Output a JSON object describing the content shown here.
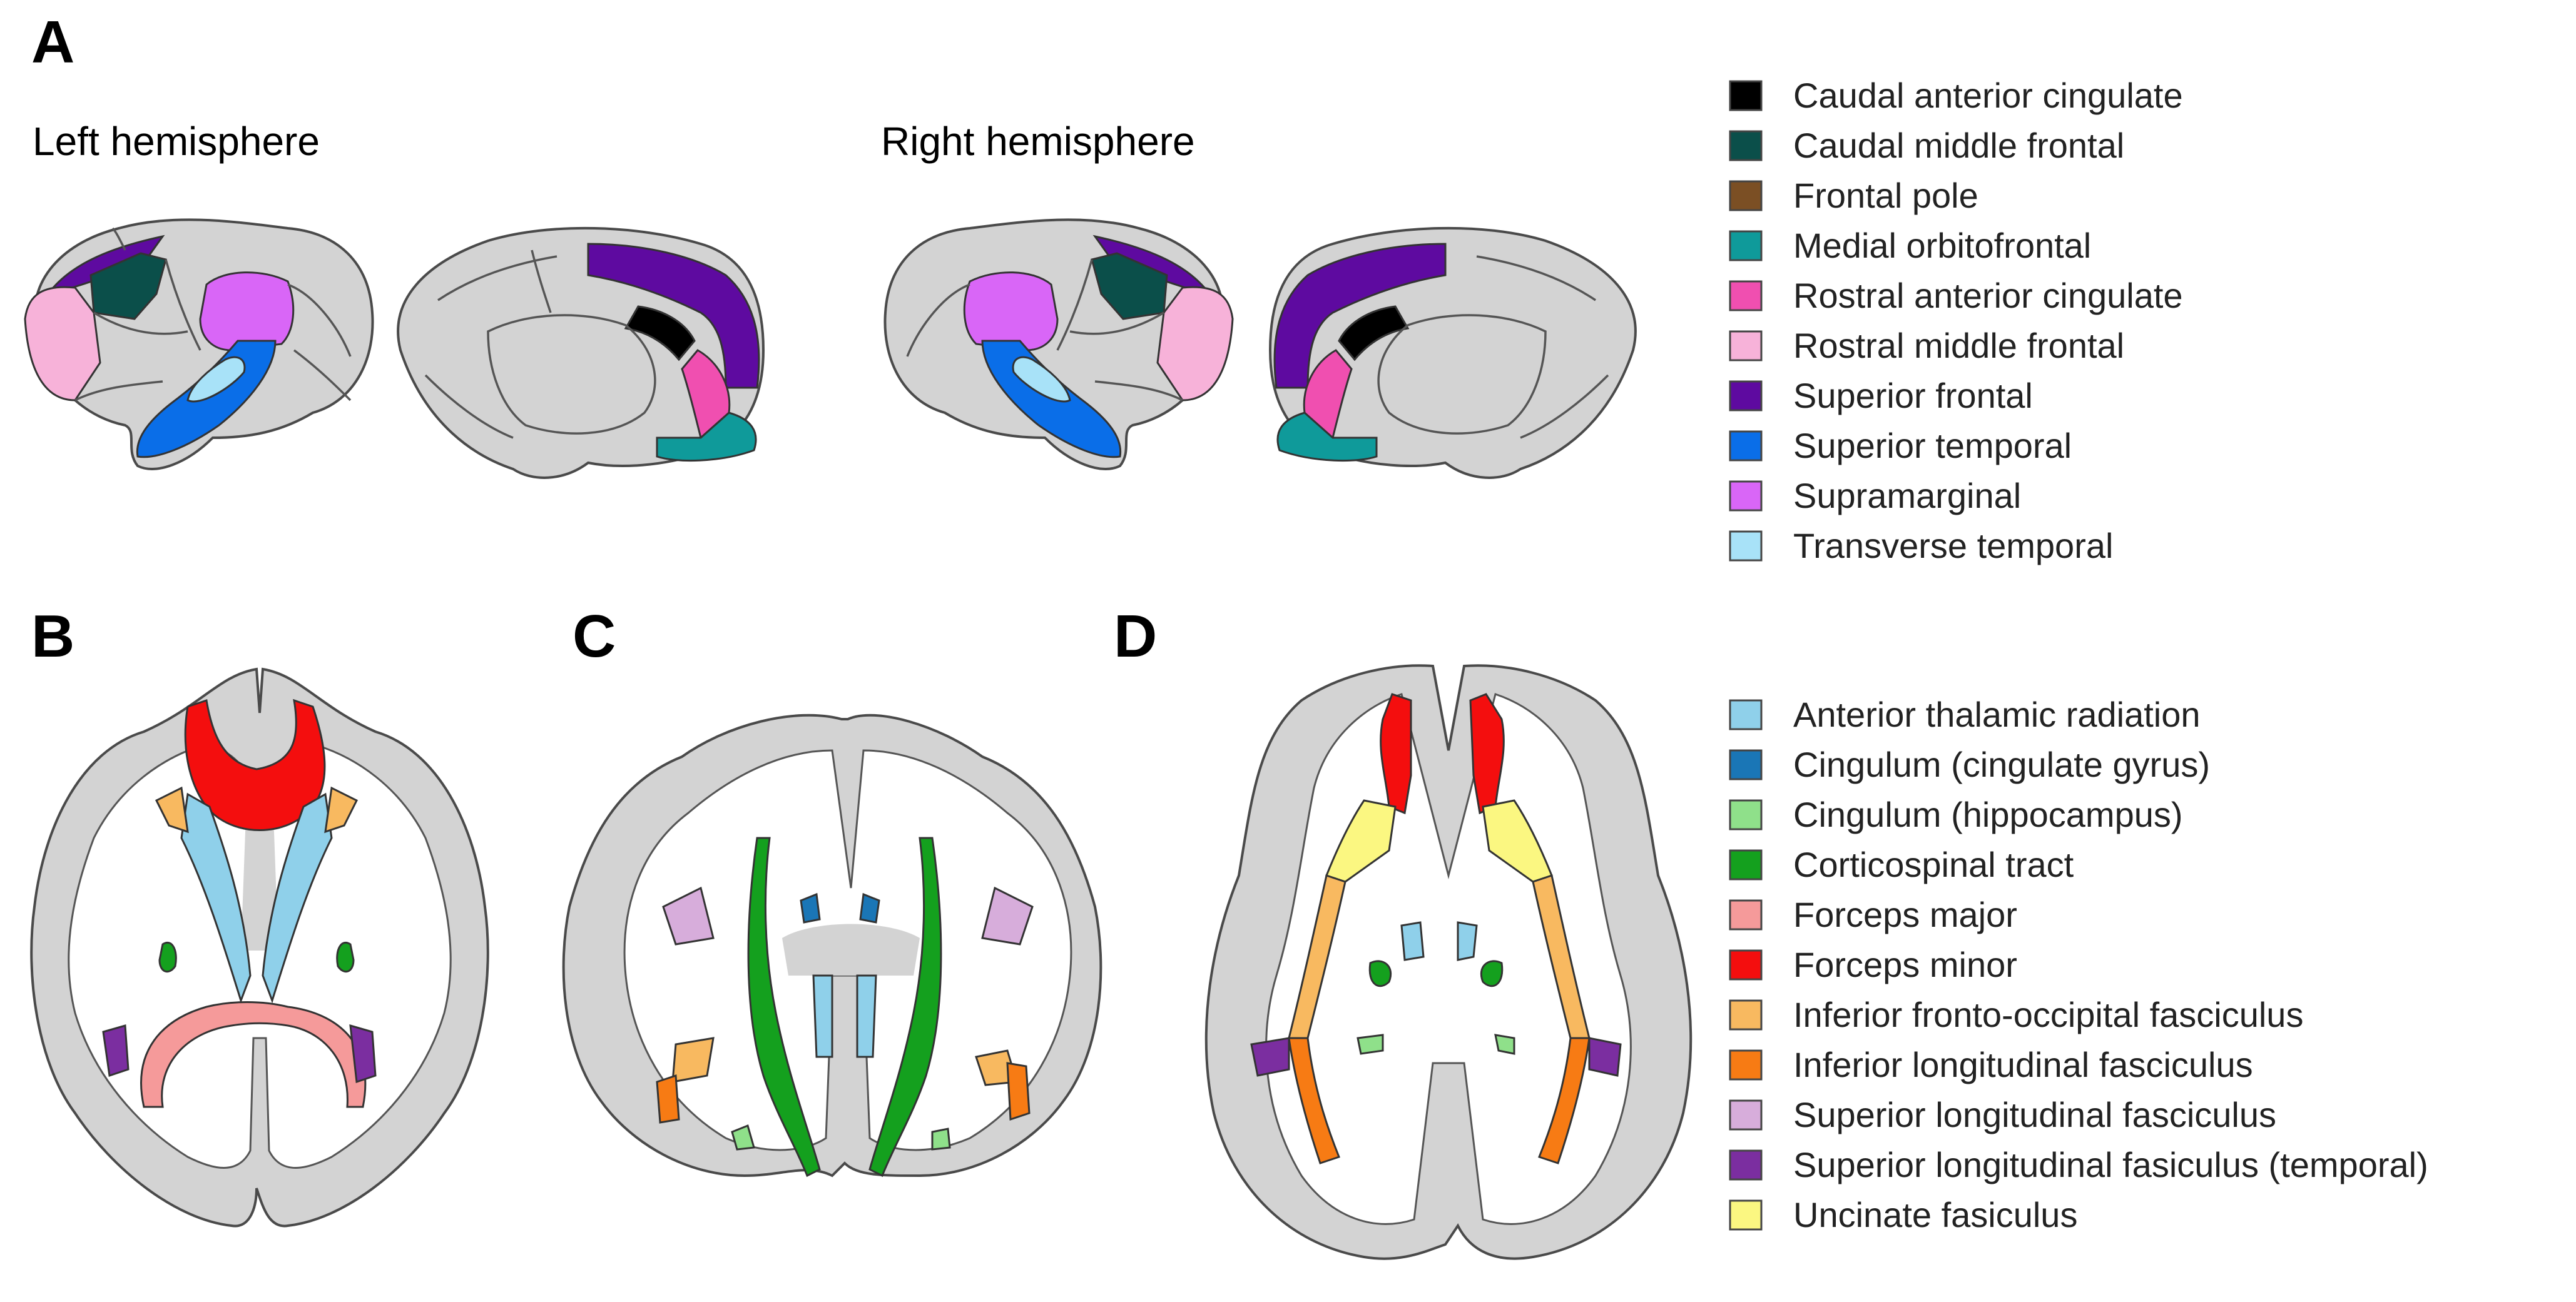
{
  "panels": {
    "a": "A",
    "b": "B",
    "c": "C",
    "d": "D"
  },
  "hemispheres": {
    "left": "Left hemisphere",
    "right": "Right hemisphere"
  },
  "cortical_legend": [
    {
      "label": "Caudal anterior cingulate",
      "color": "#000000"
    },
    {
      "label": "Caudal middle frontal",
      "color": "#0b4f4a"
    },
    {
      "label": "Frontal pole",
      "color": "#7b4f24"
    },
    {
      "label": "Medial orbitofrontal",
      "color": "#0f9a9a"
    },
    {
      "label": "Rostral anterior cingulate",
      "color": "#f04fb0"
    },
    {
      "label": "Rostral middle frontal",
      "color": "#f7b2d9"
    },
    {
      "label": "Superior frontal",
      "color": "#5e0aa0"
    },
    {
      "label": "Superior temporal",
      "color": "#0a6ee8"
    },
    {
      "label": "Supramarginal",
      "color": "#d966f7"
    },
    {
      "label": "Transverse temporal",
      "color": "#a8e2f8"
    }
  ],
  "tract_legend": [
    {
      "label": "Anterior thalamic radiation",
      "color": "#8fd0ea"
    },
    {
      "label": "Cingulum (cingulate gyrus)",
      "color": "#1a76b6"
    },
    {
      "label": "Cingulum (hippocampus)",
      "color": "#8fe08a"
    },
    {
      "label": "Corticospinal tract",
      "color": "#14a01e"
    },
    {
      "label": "Forceps major",
      "color": "#f59a9a"
    },
    {
      "label": "Forceps minor",
      "color": "#f40e0e"
    },
    {
      "label": "Inferior fronto-occipital fasciculus",
      "color": "#f8b960"
    },
    {
      "label": "Inferior longitudinal fasciculus",
      "color": "#f77b14"
    },
    {
      "label": "Superior longitudinal fasciculus",
      "color": "#d7addb"
    },
    {
      "label": "Superior longitudinal fasiculus (temporal)",
      "color": "#7b2ea0"
    },
    {
      "label": "Uncinate fasiculus",
      "color": "#fbf781"
    }
  ]
}
